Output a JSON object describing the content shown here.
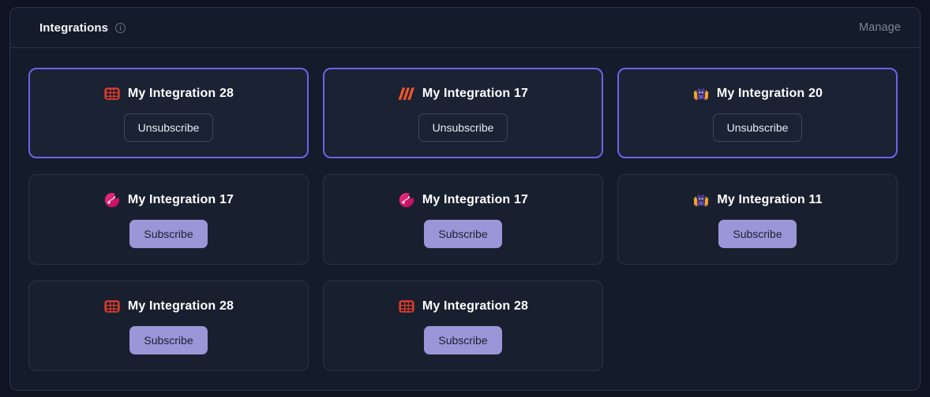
{
  "header": {
    "title": "Integrations",
    "info_icon": "info-circle-icon",
    "manage_label": "Manage"
  },
  "labels": {
    "subscribe": "Subscribe",
    "unsubscribe": "Unsubscribe"
  },
  "colors": {
    "page_background": "#0e1422",
    "panel_background": "#141b2a",
    "card_background": "#18202f",
    "card_border": "#2a3447",
    "card_border_subscribed": "#6c63e8",
    "subscribe_button": "#9b96d8",
    "subscribe_button_text": "#1c2030",
    "unsubscribe_button_border": "#3d4859",
    "title_text": "#ffffff",
    "manage_text": "#7b8699",
    "logo_redis_red": "#e03b2a",
    "logo_mapbox_orange": "#f0542a",
    "logo_mascot_purple": "#4b3c8c",
    "logo_mascot_orange": "#f5a524",
    "logo_swirl_pink": "#e0186e"
  },
  "cards": [
    {
      "title": "My Integration 28",
      "logo": "redis-grid-icon",
      "subscribed": true,
      "action": "Unsubscribe"
    },
    {
      "title": "My Integration 17",
      "logo": "mapbox-bars-icon",
      "subscribed": true,
      "action": "Unsubscribe"
    },
    {
      "title": "My Integration 20",
      "logo": "pixel-mascot-icon",
      "subscribed": true,
      "action": "Unsubscribe"
    },
    {
      "title": "My Integration 17",
      "logo": "swirl-circle-icon",
      "subscribed": false,
      "action": "Subscribe"
    },
    {
      "title": "My Integration 17",
      "logo": "swirl-circle-icon",
      "subscribed": false,
      "action": "Subscribe"
    },
    {
      "title": "My Integration 11",
      "logo": "pixel-mascot-icon",
      "subscribed": false,
      "action": "Subscribe"
    },
    {
      "title": "My Integration 28",
      "logo": "redis-grid-icon",
      "subscribed": false,
      "action": "Subscribe"
    },
    {
      "title": "My Integration 28",
      "logo": "redis-grid-icon",
      "subscribed": false,
      "action": "Subscribe"
    }
  ]
}
